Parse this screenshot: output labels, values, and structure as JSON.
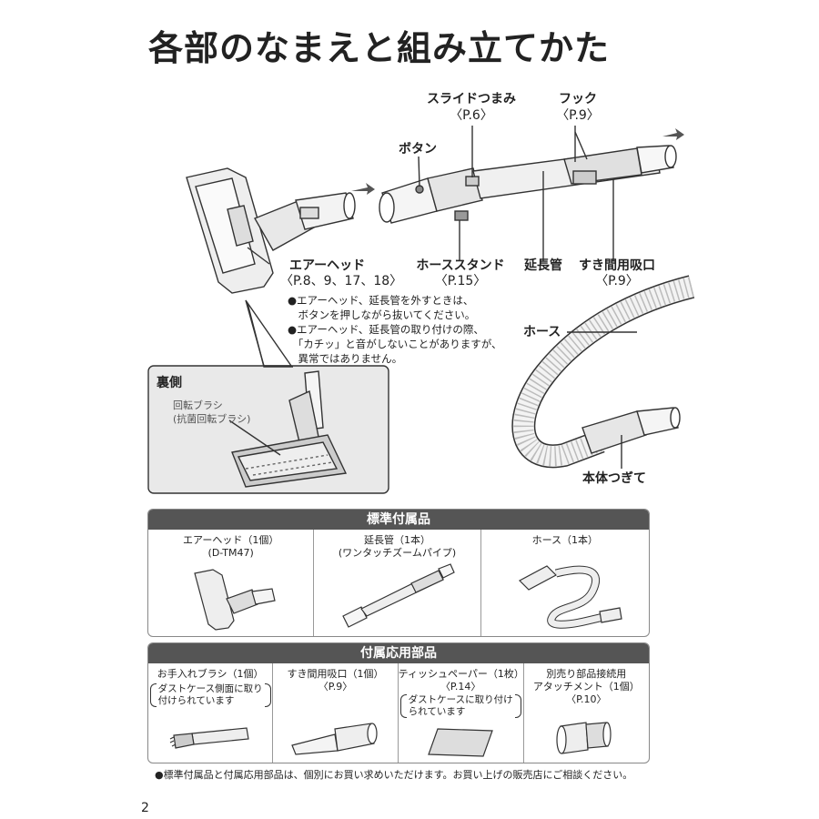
{
  "page_title": "各部のなまえと組み立てかた",
  "labels": {
    "slide_knob": {
      "name": "スライドつまみ",
      "ref": "〈P.6〉"
    },
    "hook": {
      "name": "フック",
      "ref": "〈P.9〉"
    },
    "button": {
      "name": "ボタン"
    },
    "air_head": {
      "name": "エアーヘッド",
      "ref": "〈P.8、9、17、18〉"
    },
    "hose_stand": {
      "name": "ホーススタンド",
      "ref": "〈P.15〉"
    },
    "extension_pipe": {
      "name": "延長管"
    },
    "crevice_nozzle": {
      "name": "すき間用吸口",
      "ref": "〈P.9〉"
    },
    "hose": {
      "name": "ホース"
    },
    "body_joint": {
      "name": "本体つぎて"
    }
  },
  "notes": [
    "●エアーヘッド、延長管を外すときは、",
    "　ボタンを押しながら抜いてください。",
    "●エアーヘッド、延長管の取り付けの際、",
    "　「カチッ」と音がしないことがありますが、",
    "　異常ではありません。"
  ],
  "back_view": {
    "title": "裏側",
    "brush_line1": "回転ブラシ",
    "brush_line2": "(抗菌回転ブラシ)"
  },
  "standard_accessories": {
    "header": "標準付属品",
    "items": [
      {
        "line1": "エアーヘッド（1個）",
        "line2": "(D-TM47)"
      },
      {
        "line1": "延長管（1本）",
        "line2": "(ワンタッチズームパイプ)"
      },
      {
        "line1": "ホース（1本）",
        "line2": ""
      }
    ]
  },
  "optional_accessories": {
    "header": "付属応用部品",
    "items": [
      {
        "line1": "お手入れブラシ（1個）",
        "line2": "",
        "paren1": "ダストケース側面に取り",
        "paren2": "付けられています"
      },
      {
        "line1": "すき間用吸口（1個）",
        "line2": "〈P.9〉",
        "paren1": "",
        "paren2": ""
      },
      {
        "line1": "ティッシュペーパー（1枚）",
        "line2": "〈P.14〉",
        "paren1": "ダストケースに取り付け",
        "paren2": "られています"
      },
      {
        "line1": "別売り部品接続用",
        "line2": "アタッチメント（1個）",
        "line3": "〈P.10〉"
      }
    ]
  },
  "footnote": "●標準付属品と付属応用部品は、個別にお買い求めいただけます。お買い上げの販売店にご相談ください。",
  "page_number": "2"
}
